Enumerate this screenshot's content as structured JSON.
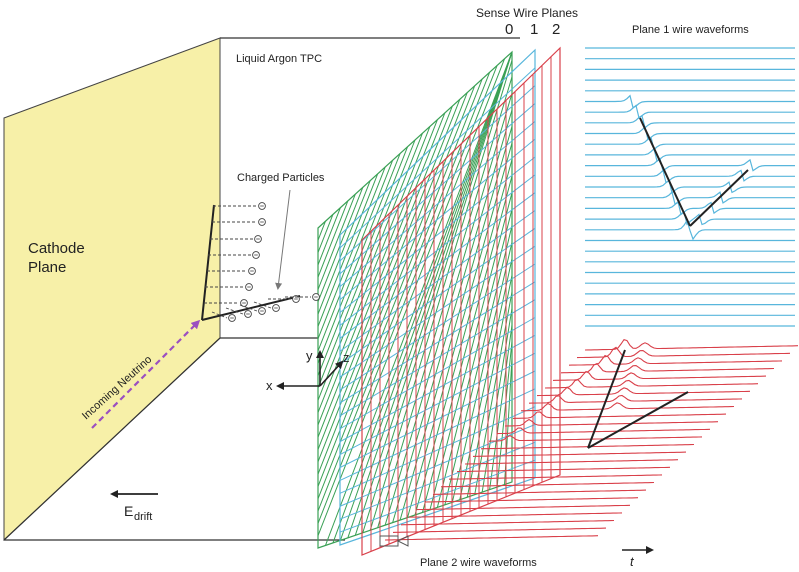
{
  "labels": {
    "sense_wire_planes": "Sense Wire Planes",
    "plane_0": "0",
    "plane_1": "1",
    "plane_2": "2",
    "liquid_argon_tpc": "Liquid Argon TPC",
    "charged_particles": "Charged Particles",
    "cathode_line1": "Cathode",
    "cathode_line2": "Plane",
    "incoming_neutrino": "Incoming Neutrino",
    "e_drift_main": "E",
    "e_drift_sub": "drift",
    "plane1_waveforms": "Plane 1 wire waveforms",
    "plane2_waveforms": "Plane 2 wire waveforms",
    "axis_x": "x",
    "axis_y": "y",
    "axis_z": "z",
    "axis_t": "t"
  },
  "colors": {
    "cathode_fill": "#f7f0a8",
    "plane0_green": "#3aa055",
    "plane1_blue": "#58b6dc",
    "plane2_red": "#d9404a",
    "neutrino_purple": "#9b4fc0",
    "track_black": "#222222"
  }
}
